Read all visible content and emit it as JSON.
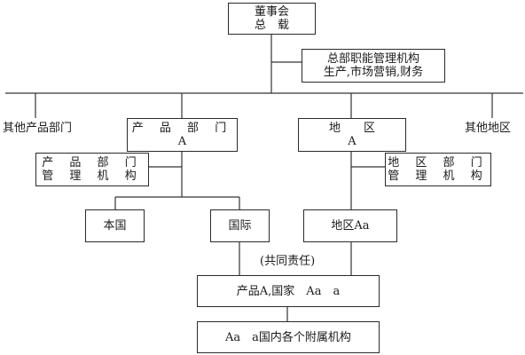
{
  "board": {
    "line1": "董事会",
    "line2": "总　载"
  },
  "hq_functions": {
    "line1": "总部职能管理机构",
    "line2": "生产,市场营销,财务"
  },
  "other_product": "其他产品部门",
  "other_region": "其他地区",
  "product_dept": {
    "line1": "产 品 部 门",
    "line2": "A"
  },
  "region": {
    "line1": "地　　区",
    "line2": "A"
  },
  "product_mgmt": {
    "line1": "产 品 部 门",
    "line2": "管 理 机 构"
  },
  "region_mgmt": {
    "line1": "地 区 部 门",
    "line2": "管 理 机 构"
  },
  "domestic": "本国",
  "international": "国际",
  "region_aa": "地区Aa",
  "joint": "(共同责任)",
  "product_country": "产品A,国家　Aa　a",
  "affiliates": "Aa　a国内各个附属机构"
}
